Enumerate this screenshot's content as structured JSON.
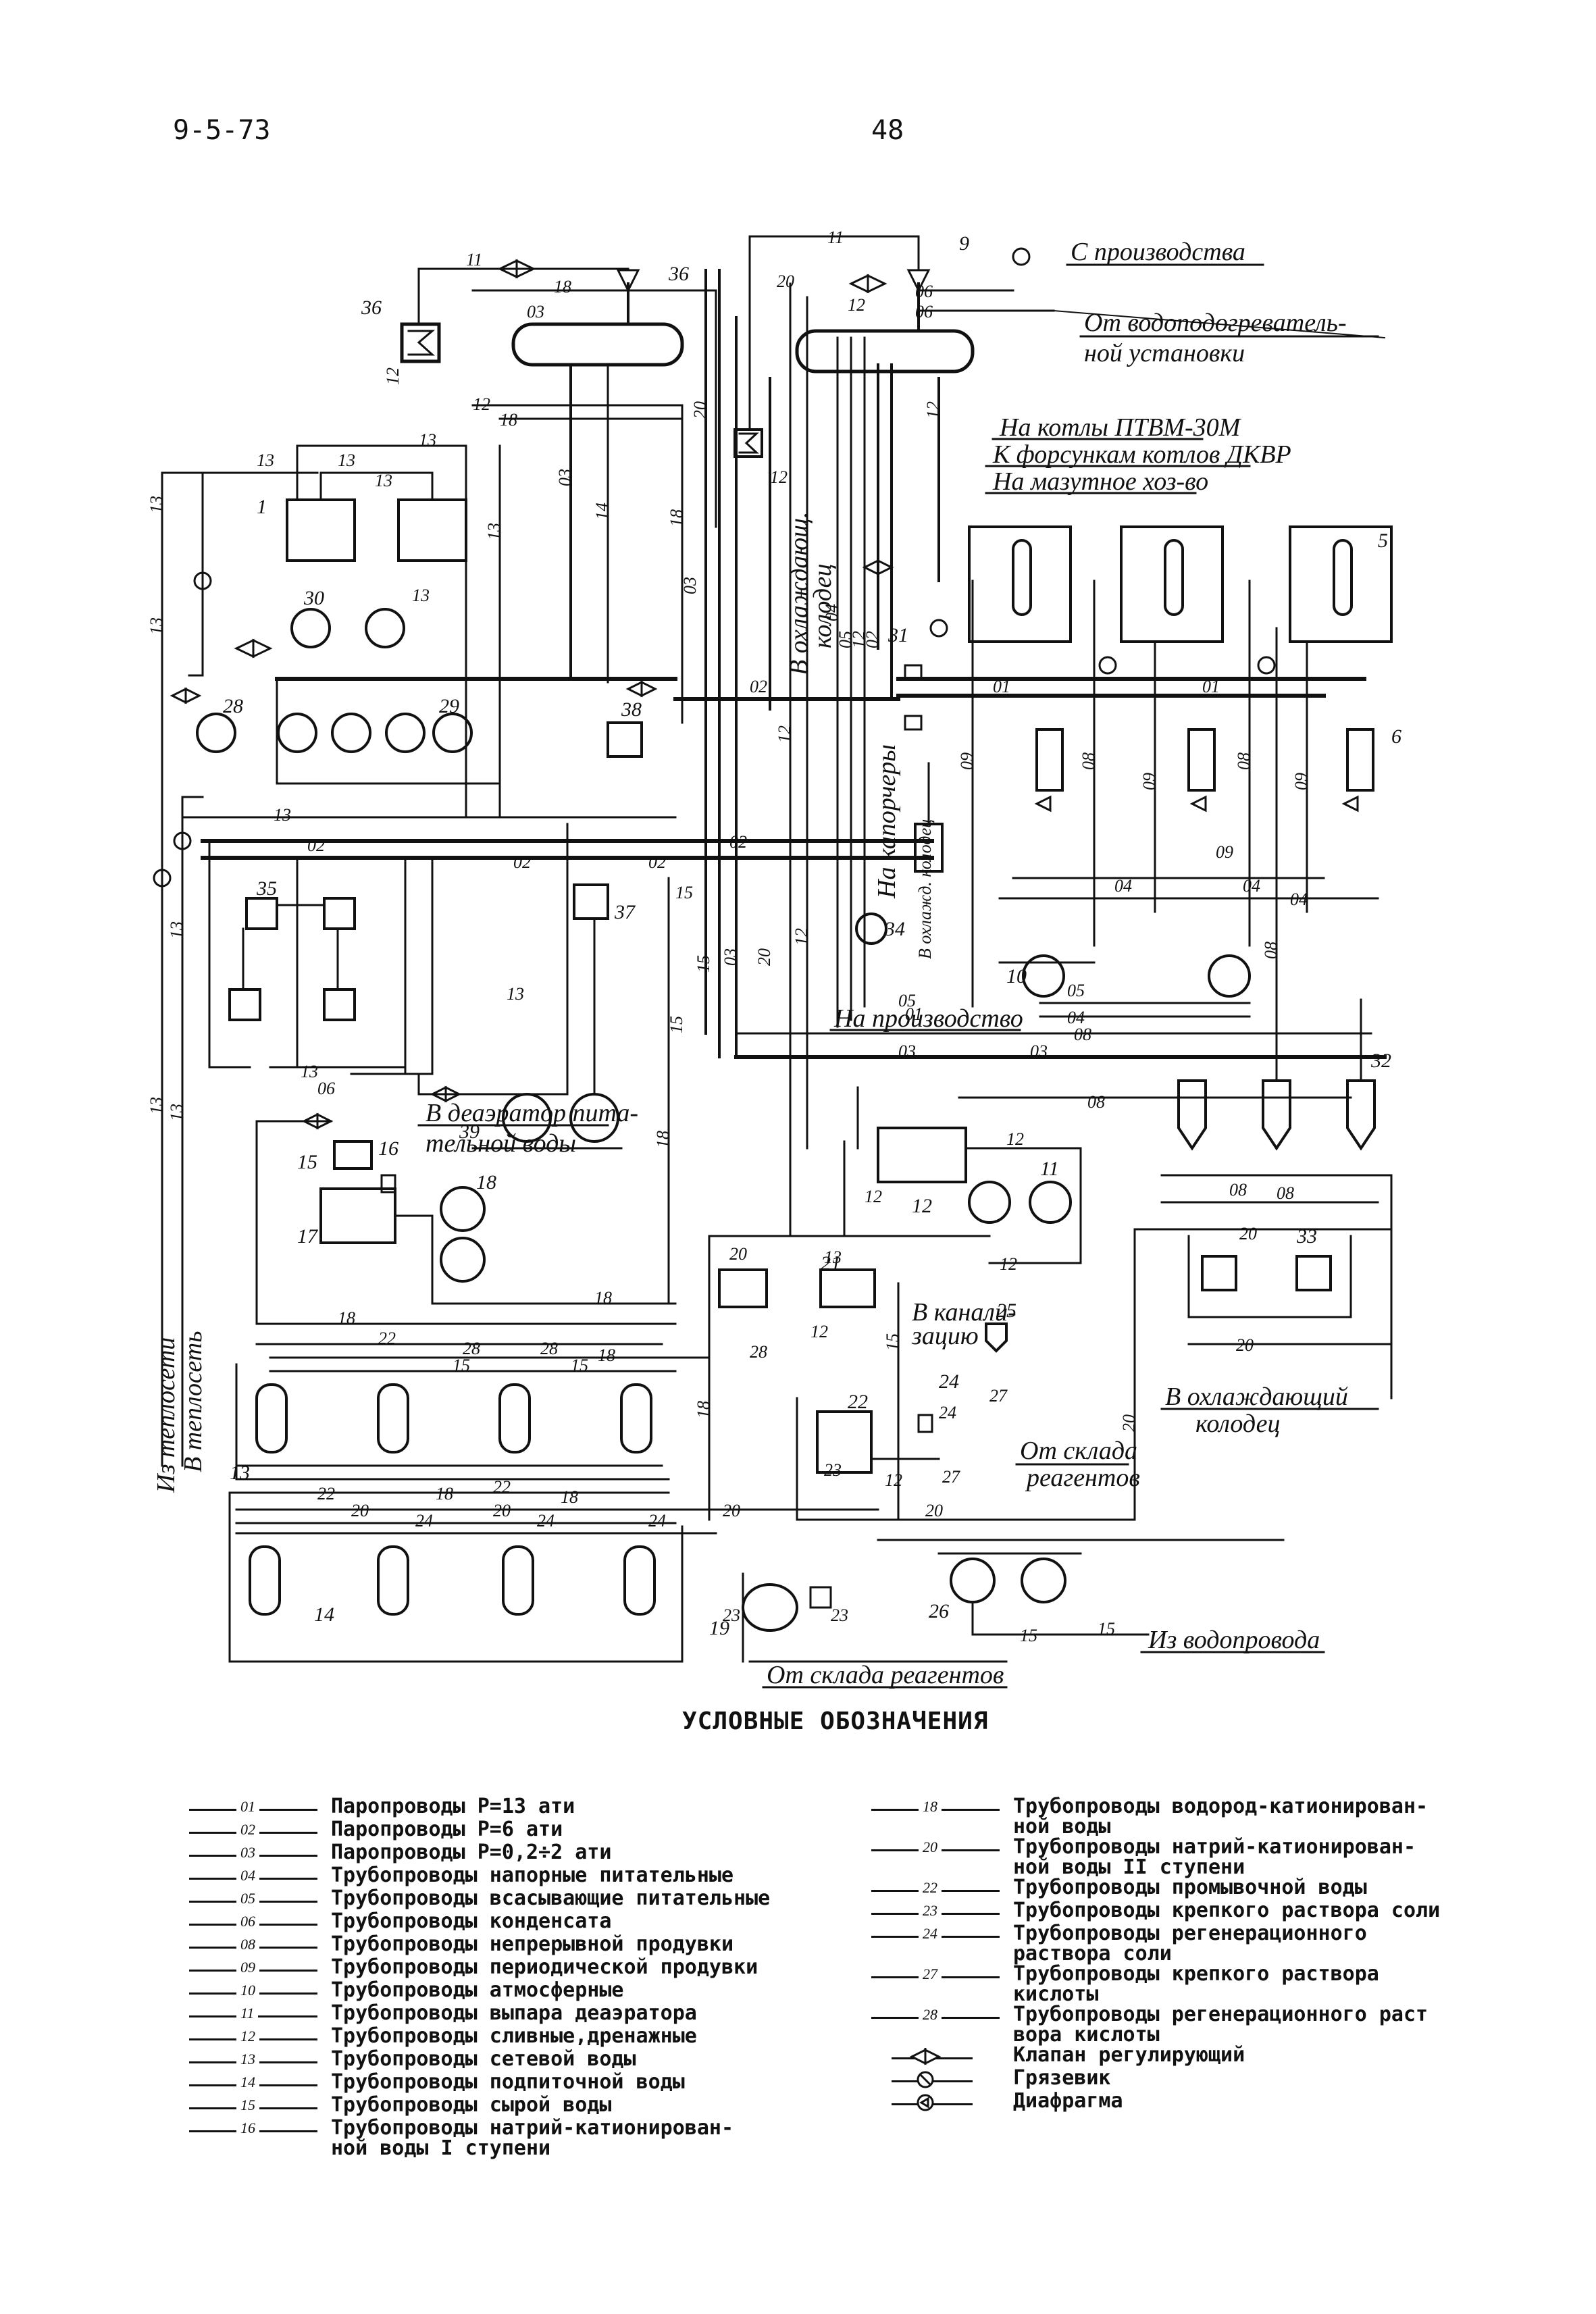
{
  "header": {
    "doc_code": "9-5-73",
    "page_number": "48"
  },
  "diagram": {
    "labels": {
      "from_production": "С производства",
      "from_heater_1": "От водоподогреватель-",
      "from_heater_2": "ной установки",
      "to_boilers": "На котлы ПТВМ-30М",
      "to_burners": "К форсункам котлов ДКВР",
      "to_fuel_oil": "На мазутное хоз-во",
      "cooling_well_1": "В охлаждающ.",
      "cooling_well_2": "колодец",
      "to_spray": "На капорчеры",
      "to_cooling_well_small": "В охлажд. колодец",
      "to_production": "На производство",
      "to_deaerator_1": "В деаэратор пита-",
      "to_deaerator_2": "тельной воды",
      "to_sewer_1": "В канали-",
      "to_sewer_2": "зацию",
      "cooling_well_right_1": "В охлаждающий",
      "cooling_well_right_2": "колодец",
      "from_reagent_store_1": "От склада",
      "from_reagent_store_2": "реагентов",
      "from_reagent_store_bottom": "От склада реагентов",
      "from_water_supply": "Из водопровода",
      "from_heat_network": "Из теплосети",
      "to_heat_network": "В теплосеть"
    },
    "numbers": {
      "n1": "1",
      "n5": "5",
      "n6": "6",
      "n9": "9",
      "n10": "10",
      "n11": "11",
      "n12": "12",
      "n13": "13",
      "n14": "14",
      "n15": "15",
      "n16": "16",
      "n17": "17",
      "n18": "18",
      "n19": "19",
      "n21": "21",
      "n22": "22",
      "n24": "24",
      "n25": "25",
      "n26": "26",
      "n28": "28",
      "n29": "29",
      "n30": "30",
      "n31": "31",
      "n32": "32",
      "n33": "33",
      "n34": "34",
      "n35": "35",
      "n36": "36",
      "n37": "37",
      "n38": "38",
      "n39": "39"
    }
  },
  "legend": {
    "title": "УСЛОВНЫЕ ОБОЗНАЧЕНИЯ",
    "left": [
      {
        "code": "01",
        "text": "Паропроводы Р=13 ати"
      },
      {
        "code": "02",
        "text": "Паропроводы Р=6 ати"
      },
      {
        "code": "03",
        "text": "Паропроводы Р=0,2÷2 ати"
      },
      {
        "code": "04",
        "text": "Трубопроводы напорные питательные"
      },
      {
        "code": "05",
        "text": "Трубопроводы всасывающие питательные"
      },
      {
        "code": "06",
        "text": "Трубопроводы конденсата"
      },
      {
        "code": "08",
        "text": "Трубопроводы непрерывной продувки"
      },
      {
        "code": "09",
        "text": "Трубопроводы периодической продувки"
      },
      {
        "code": "10",
        "text": "Трубопроводы атмосферные"
      },
      {
        "code": "11",
        "text": "Трубопроводы выпара деаэратора"
      },
      {
        "code": "12",
        "text": "Трубопроводы сливные,дренажные"
      },
      {
        "code": "13",
        "text": "Трубопроводы сетевой воды"
      },
      {
        "code": "14",
        "text": "Трубопроводы подпиточной воды"
      },
      {
        "code": "15",
        "text": "Трубопроводы сырой воды"
      },
      {
        "code": "16",
        "text": "Трубопроводы натрий-катионирован-",
        "text2": "ной воды I ступени"
      }
    ],
    "right": [
      {
        "code": "18",
        "text": "Трубопроводы водород-катионирован-",
        "text2": "ной воды"
      },
      {
        "code": "20",
        "text": "Трубопроводы натрий-катионирован-",
        "text2": "ной воды II ступени"
      },
      {
        "code": "22",
        "text": "Трубопроводы промывочной воды"
      },
      {
        "code": "23",
        "text": "Трубопроводы крепкого раствора соли"
      },
      {
        "code": "24",
        "text": "Трубопроводы регенерационного",
        "text2": "раствора соли"
      },
      {
        "code": "27",
        "text": "Трубопроводы крепкого раствора",
        "text2": "кислоты"
      },
      {
        "code": "28",
        "text": "Трубопроводы регенерационного раст",
        "text2": "вора кислоты"
      },
      {
        "code": "",
        "symbol": "valve",
        "text": "Клапан регулирующий"
      },
      {
        "code": "",
        "symbol": "strainer",
        "text": "Грязевик"
      },
      {
        "code": "",
        "symbol": "diaphragm",
        "text": "Диафрагма"
      }
    ]
  }
}
